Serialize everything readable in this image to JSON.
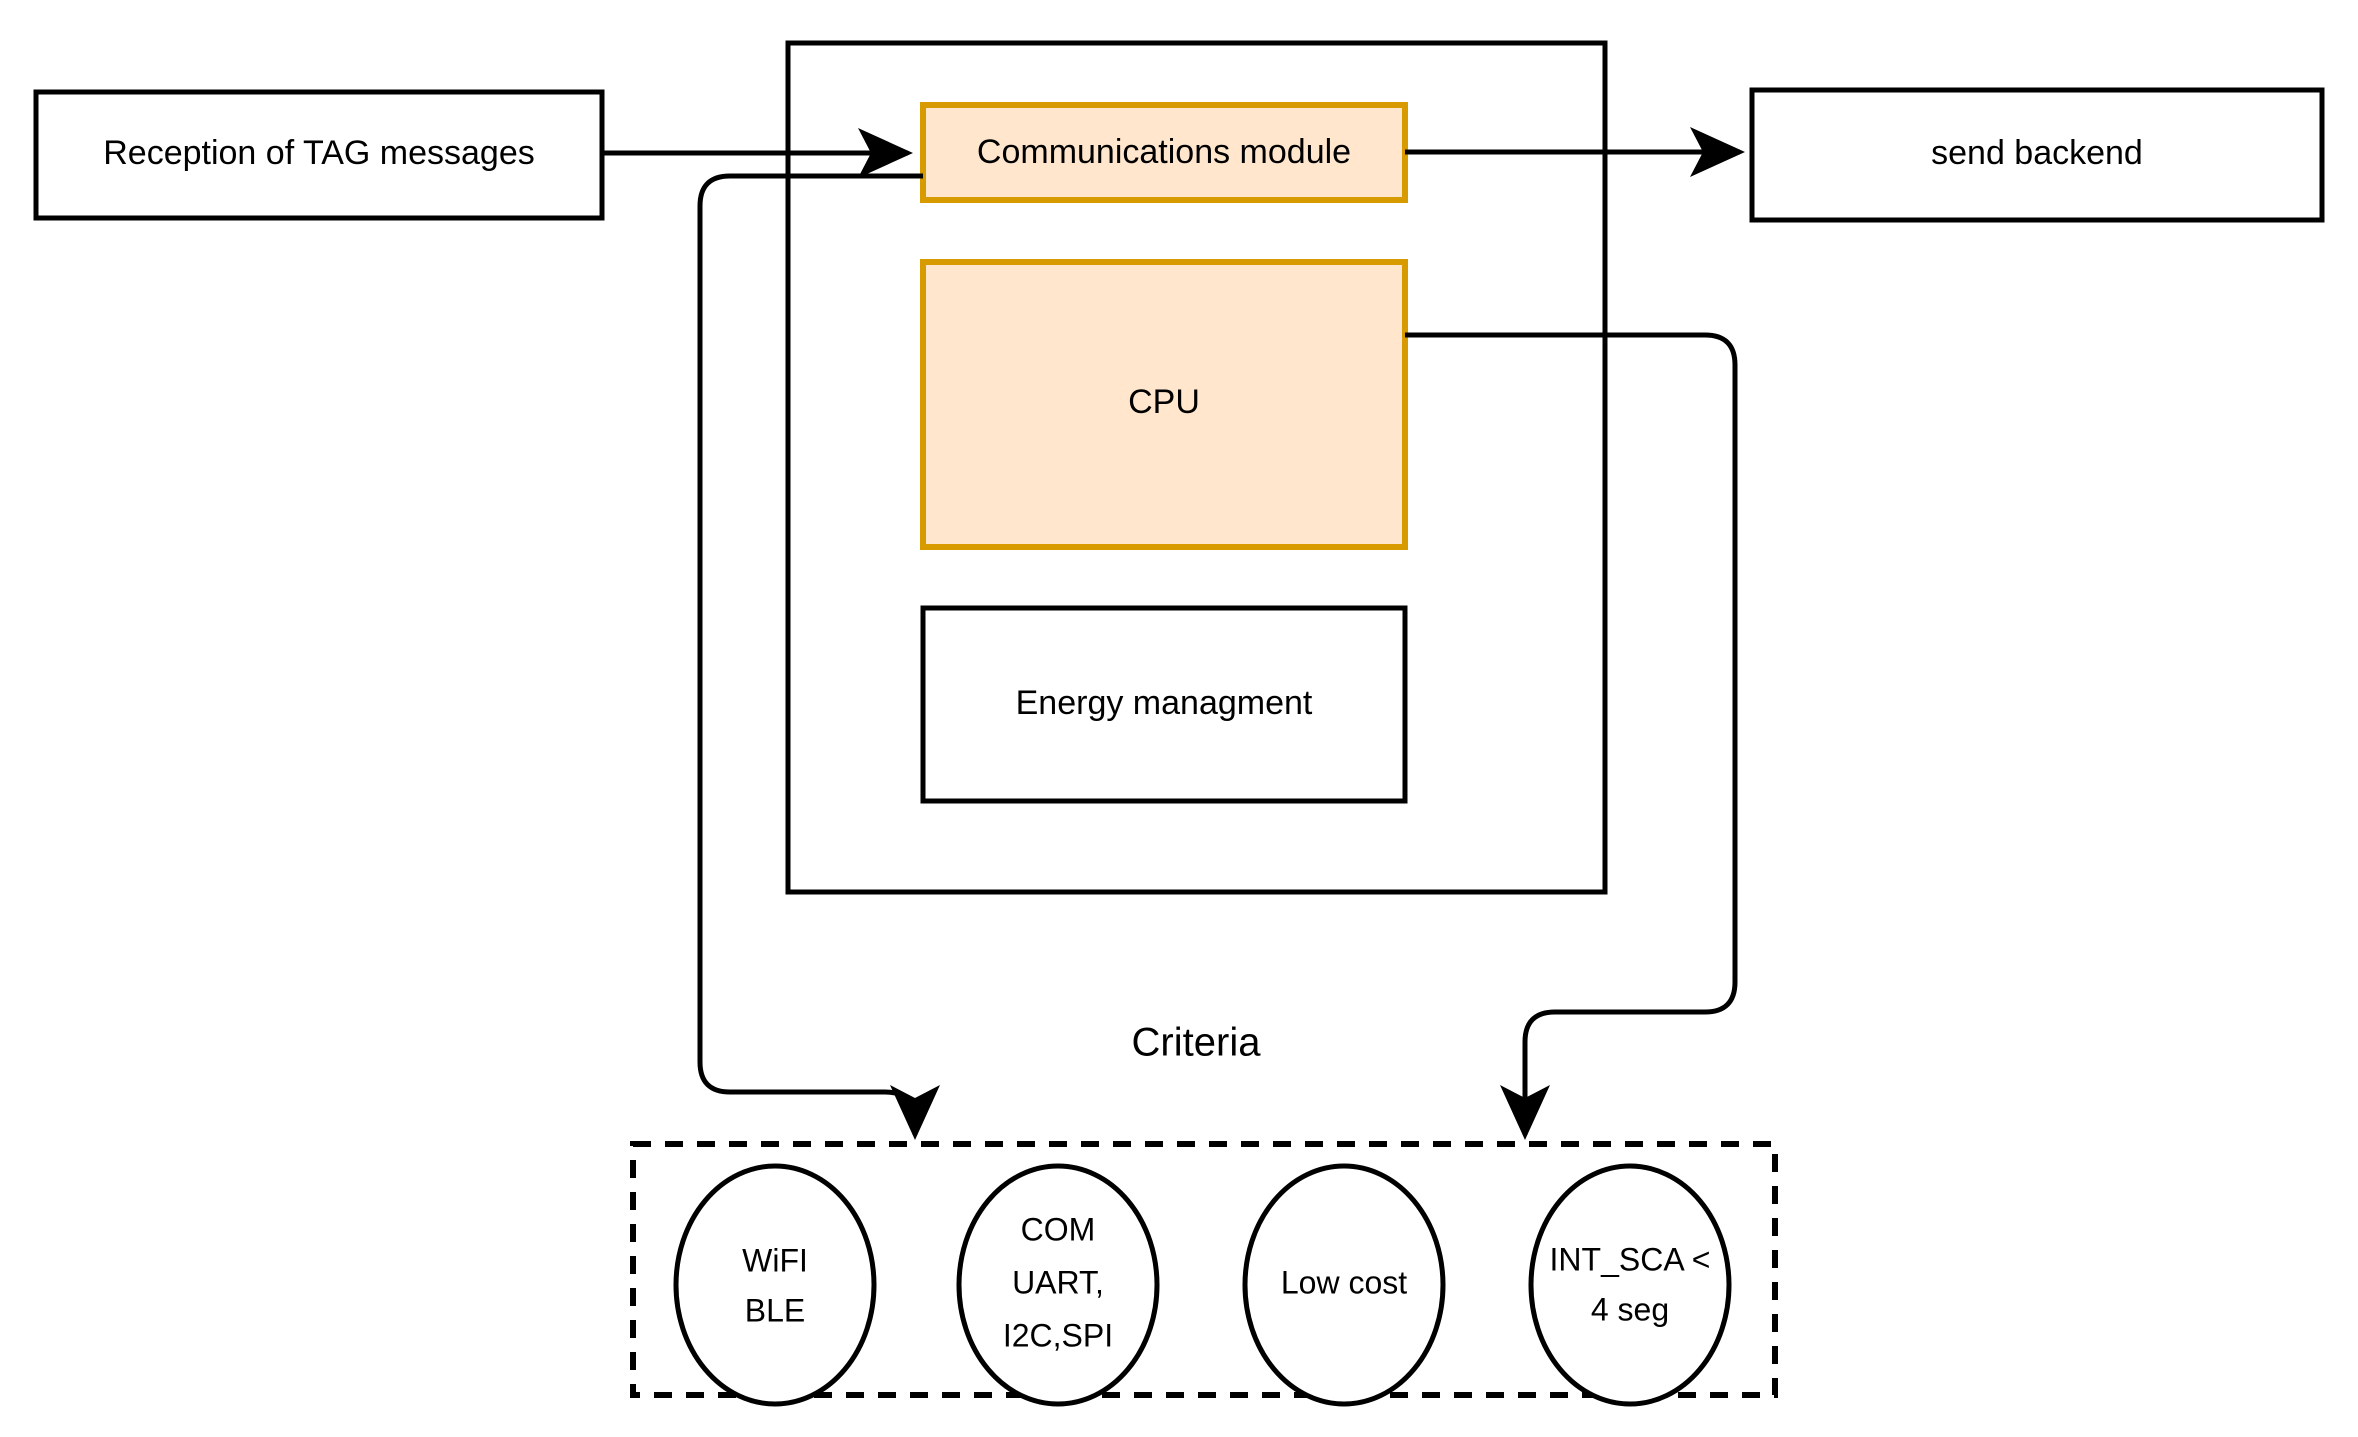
{
  "diagram": {
    "title": "Criteria",
    "nodes": {
      "reception": {
        "label": "Reception of TAG messages"
      },
      "backend": {
        "label": "send backend"
      },
      "comms": {
        "label": "Communications module"
      },
      "cpu": {
        "label": "CPU"
      },
      "energy": {
        "label": "Energy managment"
      }
    },
    "criteria_group": {
      "title": "Criteria",
      "items": [
        {
          "id": "wifi-ble",
          "lines": [
            "WiFI",
            "BLE"
          ]
        },
        {
          "id": "com-buses",
          "lines": [
            "COM",
            "UART,",
            "I2C,SPI"
          ]
        },
        {
          "id": "low-cost",
          "lines": [
            "Low cost"
          ]
        },
        {
          "id": "int-sca",
          "lines": [
            "INT_SCA <",
            "4 seg"
          ]
        }
      ]
    },
    "colors": {
      "accent_fill": "#ffe6cc",
      "accent_stroke": "#d79b00",
      "line": "#000000",
      "background": "#ffffff",
      "node_fill": "#ffffff"
    }
  }
}
